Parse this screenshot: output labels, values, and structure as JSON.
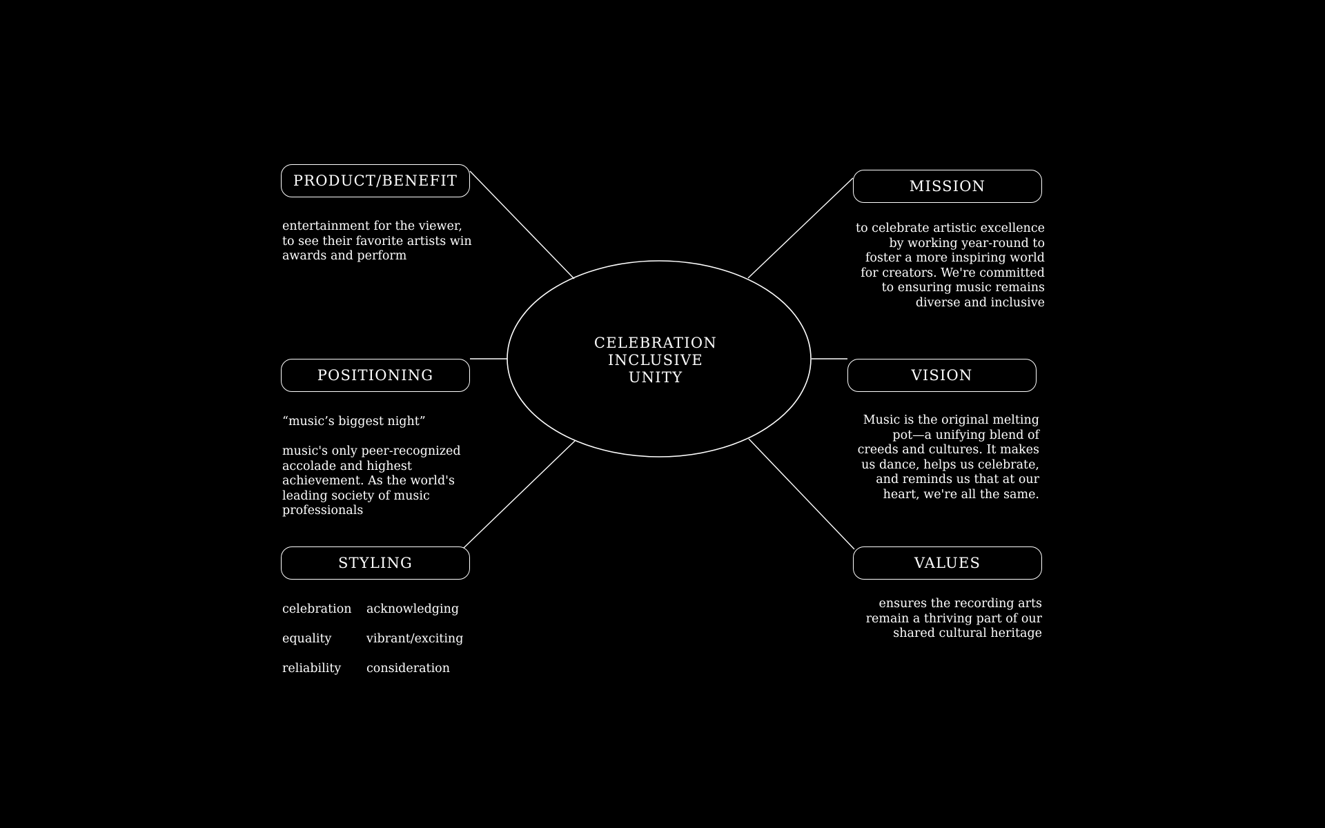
{
  "diagram": {
    "center": {
      "lines": [
        "CELEBRATION",
        "INCLUSIVE",
        "UNITY"
      ]
    },
    "nodes": {
      "product_benefit": {
        "label": "PRODUCT/BENEFIT",
        "text": "entertainment for the viewer,\nto see their favorite artists win\nawards and perform"
      },
      "positioning": {
        "label": "POSITIONING",
        "text": "“music’s biggest night”\n\nmusic's only peer-recognized\naccolade and highest\nachievement. As the world's\nleading society of music\nprofessionals"
      },
      "styling": {
        "label": "STYLING",
        "words": [
          "celebration",
          "acknowledging",
          "equality",
          "vibrant/exciting",
          "reliability",
          "consideration"
        ]
      },
      "mission": {
        "label": "MISSION",
        "text": "to celebrate artistic excellence\nby working year-round to\nfoster a more inspiring world\nfor creators.  We're committed\nto ensuring music remains\ndiverse and inclusive"
      },
      "vision": {
        "label": "VISION",
        "text": "Music is the original melting\npot—a unifying blend of\ncreeds and cultures. It makes\nus dance, helps us celebrate,\nand reminds us that at our\nheart, we're all the same."
      },
      "values": {
        "label": "VALUES",
        "text": "ensures the recording arts\nremain a thriving part of our\nshared cultural heritage"
      }
    },
    "colors": {
      "background": "#000000",
      "foreground": "#ffffff"
    }
  }
}
